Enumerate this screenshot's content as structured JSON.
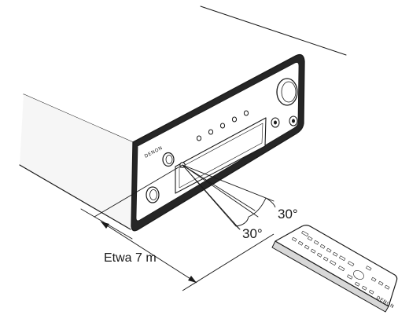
{
  "receiver": {
    "brand_label": "DENON"
  },
  "angles": {
    "upper_label": "30°",
    "lower_label": "30°"
  },
  "distance": {
    "label": "Etwa 7 m"
  },
  "remote": {
    "brand_label": "DENON"
  }
}
